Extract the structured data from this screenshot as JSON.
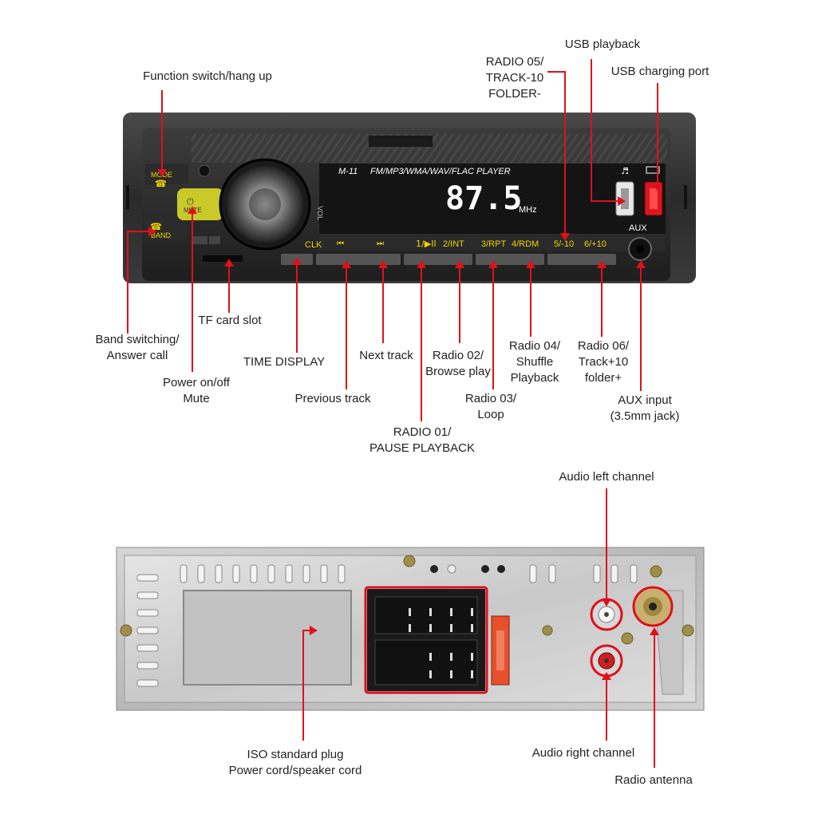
{
  "accent": "#e0101a",
  "display_color": "#ffffff",
  "button_text_color": "#f2d400",
  "front_panel": {
    "model": "M-11",
    "formats": "FM/MP3/WMA/WAV/FLAC  PLAYER",
    "frequency": "87.5",
    "unit": "MHz",
    "mode_label": "MODE",
    "mute_label": "MUTE",
    "band_label": "BAND",
    "clk_label": "CLK",
    "vol_label": "VOL",
    "aux_label": "AUX",
    "buttons": [
      "1/▶II",
      "2/INT",
      "3/RPT",
      "4/RDM",
      "5/-10",
      "6/+10"
    ],
    "music_icon": "music-note-icon",
    "battery_icon": "battery-icon"
  },
  "labels": {
    "usb_playback": "USB playback",
    "usb_charging": "USB charging port",
    "radio05": [
      "RADIO 05/",
      "TRACK-10",
      "FOLDER-"
    ],
    "function_switch": "Function switch/hang up",
    "band_switch": [
      "Band switching/",
      "Answer call"
    ],
    "tf_slot": "TF card slot",
    "time_display": "TIME DISPLAY",
    "next_track": "Next track",
    "prev_track": "Previous track",
    "power": [
      "Power on/off",
      "Mute"
    ],
    "radio02": [
      "Radio 02/",
      "Browse play"
    ],
    "radio04": [
      "Radio 04/",
      "Shuffle",
      "Playback"
    ],
    "radio06": [
      "Radio 06/",
      "Track+10",
      "folder+"
    ],
    "radio03": [
      "Radio 03/",
      "Loop"
    ],
    "radio01": [
      "RADIO 01/",
      "PAUSE PLAYBACK"
    ],
    "aux_input": [
      "AUX input",
      "(3.5mm jack)"
    ],
    "audio_left": "Audio left channel",
    "audio_right": "Audio right channel",
    "iso_plug": [
      "ISO standard plug",
      "Power cord/speaker cord"
    ],
    "radio_antenna": "Radio antenna"
  }
}
